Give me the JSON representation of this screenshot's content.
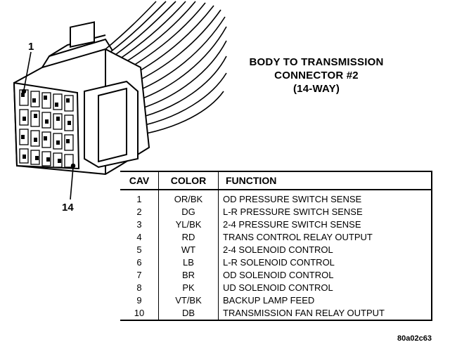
{
  "diagram": {
    "title_lines": [
      "BODY TO TRANSMISSION",
      "CONNECTOR #2",
      "(14-WAY)"
    ],
    "pin_labels": {
      "first": "1",
      "last": "14"
    },
    "figure_id": "80a02c63"
  },
  "table": {
    "headers": {
      "cav": "CAV",
      "color": "COLOR",
      "function": "FUNCTION"
    },
    "rows": [
      {
        "cav": "1",
        "color": "OR/BK",
        "function": "OD PRESSURE SWITCH SENSE"
      },
      {
        "cav": "2",
        "color": "DG",
        "function": "L-R PRESSURE SWITCH SENSE"
      },
      {
        "cav": "3",
        "color": "YL/BK",
        "function": "2-4 PRESSURE SWITCH SENSE"
      },
      {
        "cav": "4",
        "color": "RD",
        "function": "TRANS CONTROL RELAY OUTPUT"
      },
      {
        "cav": "5",
        "color": "WT",
        "function": "2-4 SOLENOID CONTROL"
      },
      {
        "cav": "6",
        "color": "LB",
        "function": "L-R SOLENOID CONTROL"
      },
      {
        "cav": "7",
        "color": "BR",
        "function": "OD SOLENOID CONTROL"
      },
      {
        "cav": "8",
        "color": "PK",
        "function": "UD SOLENOID CONTROL"
      },
      {
        "cav": "9",
        "color": "VT/BK",
        "function": "BACKUP LAMP FEED"
      },
      {
        "cav": "10",
        "color": "DB",
        "function": "TRANSMISSION FAN RELAY OUTPUT"
      }
    ]
  }
}
